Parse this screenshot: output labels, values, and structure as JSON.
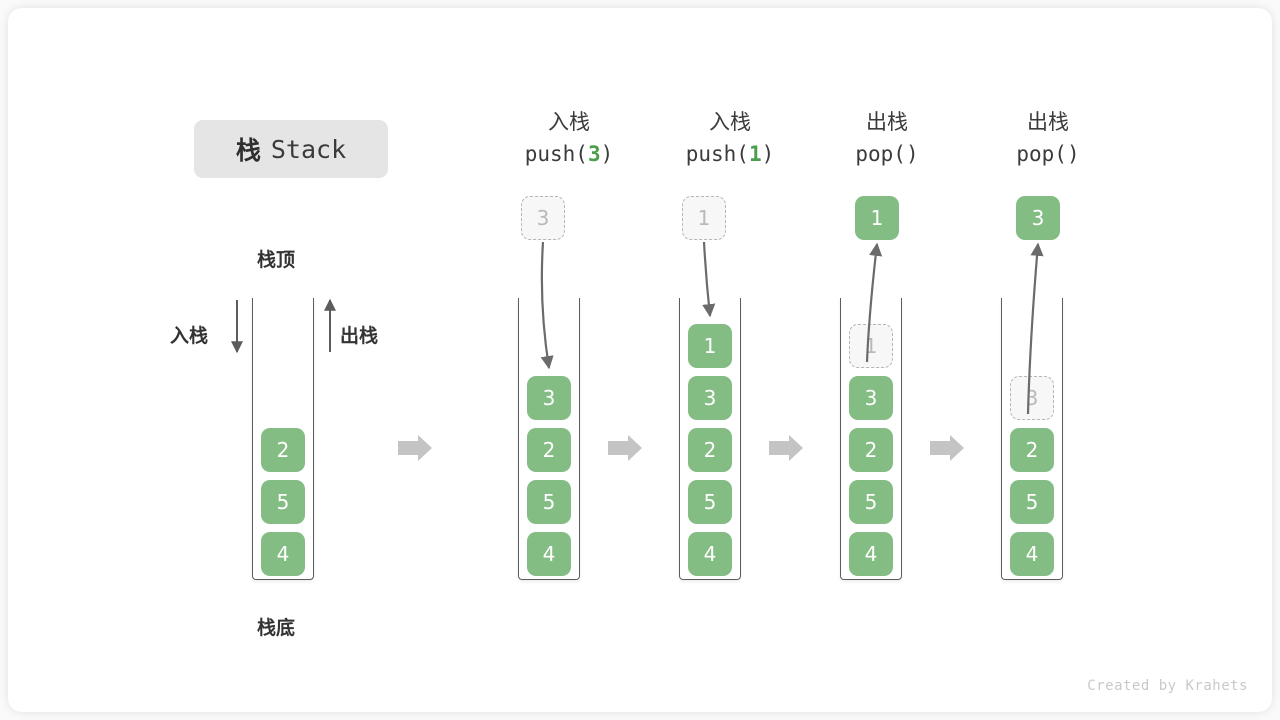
{
  "title": {
    "zh": "栈",
    "en": "Stack"
  },
  "labels": {
    "top": "栈顶",
    "bottom": "栈底",
    "push_side": "入栈",
    "pop_side": "出栈"
  },
  "credit": "Created by Krahets",
  "colors": {
    "element": "#84bd84",
    "element_text": "#ffffff",
    "ghost_fill": "#f7f7f7",
    "ghost_border": "#b6b6b6",
    "ghost_text": "#b9b9b9",
    "tube_border": "#5c5c5c",
    "flow_arrow": "#c4c4c4",
    "motion_arrow": "#6b6b6b",
    "accent_green": "#4c9e4c",
    "badge_bg": "#e5e5e5"
  },
  "columns": [
    {
      "id": "initial",
      "header": null,
      "stack": [
        "2",
        "5",
        "4"
      ],
      "ghost_in_stack": null,
      "floating": null
    },
    {
      "id": "push-3",
      "header": {
        "zh": "入栈",
        "op_prefix": "push(",
        "op_value": "3",
        "op_suffix": ")"
      },
      "stack": [
        "3",
        "2",
        "5",
        "4"
      ],
      "ghost_in_stack": null,
      "floating": {
        "value": "3",
        "style": "ghost",
        "direction": "in"
      }
    },
    {
      "id": "push-1",
      "header": {
        "zh": "入栈",
        "op_prefix": "push(",
        "op_value": "1",
        "op_suffix": ")"
      },
      "stack": [
        "1",
        "3",
        "2",
        "5",
        "4"
      ],
      "ghost_in_stack": null,
      "floating": {
        "value": "1",
        "style": "ghost",
        "direction": "in"
      }
    },
    {
      "id": "pop-1",
      "header": {
        "zh": "出栈",
        "op_prefix": "pop(",
        "op_value": "",
        "op_suffix": ")"
      },
      "stack": [
        "3",
        "2",
        "5",
        "4"
      ],
      "ghost_in_stack": "1",
      "floating": {
        "value": "1",
        "style": "filled",
        "direction": "out"
      }
    },
    {
      "id": "pop-3",
      "header": {
        "zh": "出栈",
        "op_prefix": "pop(",
        "op_value": "",
        "op_suffix": ")"
      },
      "stack": [
        "2",
        "5",
        "4"
      ],
      "ghost_in_stack": "3",
      "floating": {
        "value": "3",
        "style": "filled",
        "direction": "out"
      }
    }
  ],
  "flow_arrows": 4
}
